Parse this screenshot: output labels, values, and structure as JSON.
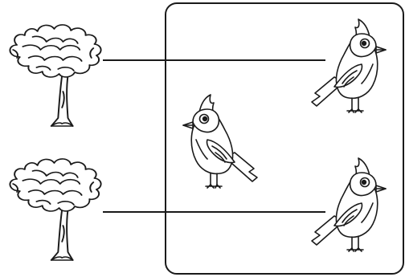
{
  "colors": {
    "line": "#1a1a1a",
    "background": "#ffffff",
    "outline_fill": "#ffffff"
  },
  "icons": {
    "tree": "tree-icon",
    "bird": "cardinal-bird-icon"
  },
  "scene": {
    "trees": 2,
    "birds_in_box": 3,
    "connector_lines": 2
  }
}
